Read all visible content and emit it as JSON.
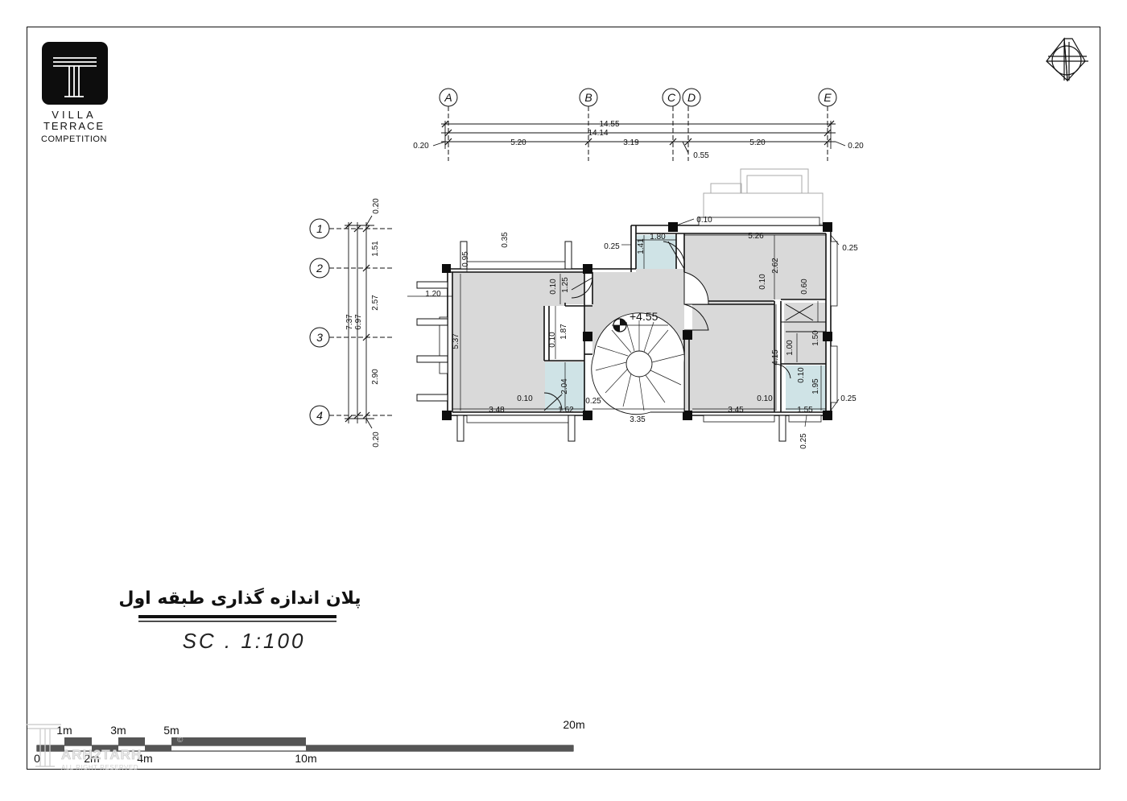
{
  "logo": {
    "line1": "VILLA",
    "line2": "TERRACE",
    "line3": "COMPETITION"
  },
  "title": {
    "persian": "پلان اندازه گذاری طبقه اول",
    "scale": "SC . 1:100"
  },
  "grid_axes": {
    "columns": [
      "A",
      "B",
      "C",
      "D",
      "E"
    ],
    "rows": [
      "1",
      "2",
      "3",
      "4"
    ]
  },
  "top_dimensions": {
    "overall_outer": "14.55",
    "overall_inner": "14.14",
    "edge_left": "0.20",
    "edge_right": "0.20",
    "span_ab": "5.20",
    "span_bc": "3.19",
    "span_cd": "0.55",
    "span_de": "5.20"
  },
  "left_dimensions": {
    "overall_outer": "7.37",
    "overall_inner": "6.97",
    "top_edge": "0.20",
    "bottom_edge": "0.20",
    "span_12": "1.51",
    "span_23": "2.57",
    "span_34": "2.90"
  },
  "plan_dimensions": {
    "d_035": "0.35",
    "d_095": "0.95",
    "d_120": "1.20",
    "d_537": "5.37",
    "d_010_a": "0.10",
    "d_125": "1.25",
    "d_010_b": "0.10",
    "d_187": "1.87",
    "d_204": "2.04",
    "d_010_c": "0.10",
    "d_348": "3.48",
    "d_162": "1.62",
    "d_025_a": "0.25",
    "d_335": "3.35",
    "d_025_b": "0.25",
    "d_180": "1.80",
    "d_141": "1.41",
    "d_010_d": "0.10",
    "d_526": "5.26",
    "d_025_c": "0.25",
    "d_262": "2.62",
    "d_010_e": "0.10",
    "d_060": "0.60",
    "d_150": "1.50",
    "d_100": "1.00",
    "d_415": "4.15",
    "d_010_f": "0.10",
    "d_195": "1.95",
    "d_010_g": "0.10",
    "d_025_d": "0.25",
    "d_345": "3.45",
    "d_155": "1.55",
    "d_025_e": "0.25",
    "level": "+4.55"
  },
  "scale_bar": {
    "labels_top": [
      "1m",
      "3m",
      "5m",
      "20m"
    ],
    "labels_bottom": [
      "0",
      "2m",
      "4m",
      "10m"
    ]
  },
  "watermark": {
    "brand": "ARH2TARH",
    "mark": "©",
    "rights": "ALL RIGHT RESERVED"
  },
  "colors": {
    "room_fill": "#d9d9d9",
    "wet_fill": "#cfe3e6",
    "line": "#111111"
  }
}
